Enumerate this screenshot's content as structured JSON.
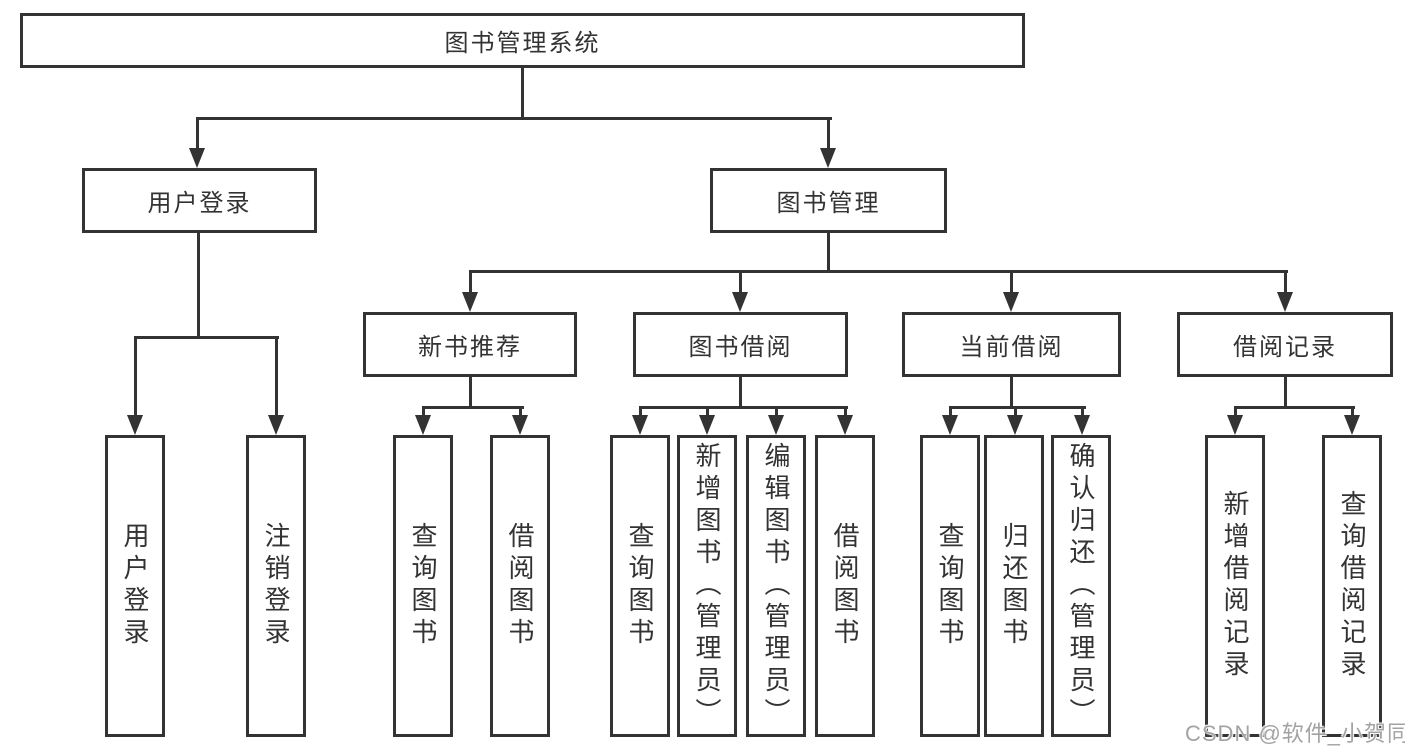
{
  "colors": {
    "line": "#333333",
    "text": "#333333",
    "background": "#ffffff",
    "watermark": "#a3a3a3"
  },
  "watermark": "CSDN @软件_小贺同学",
  "diagram": {
    "root": "图书管理系统",
    "branches": [
      {
        "label": "用户登录",
        "leaves": [
          "用户登录",
          "注销登录"
        ]
      },
      {
        "label": "图书管理",
        "groups": [
          {
            "label": "新书推荐",
            "leaves": [
              "查询图书",
              "借阅图书"
            ]
          },
          {
            "label": "图书借阅",
            "leaves": [
              "查询图书",
              "新增图书（管理员）",
              "编辑图书（管理员）",
              "借阅图书"
            ]
          },
          {
            "label": "当前借阅",
            "leaves": [
              "查询图书",
              "归还图书",
              "确认归还（管理员）"
            ]
          },
          {
            "label": "借阅记录",
            "leaves": [
              "新增借阅记录",
              "查询借阅记录"
            ]
          }
        ]
      }
    ]
  }
}
